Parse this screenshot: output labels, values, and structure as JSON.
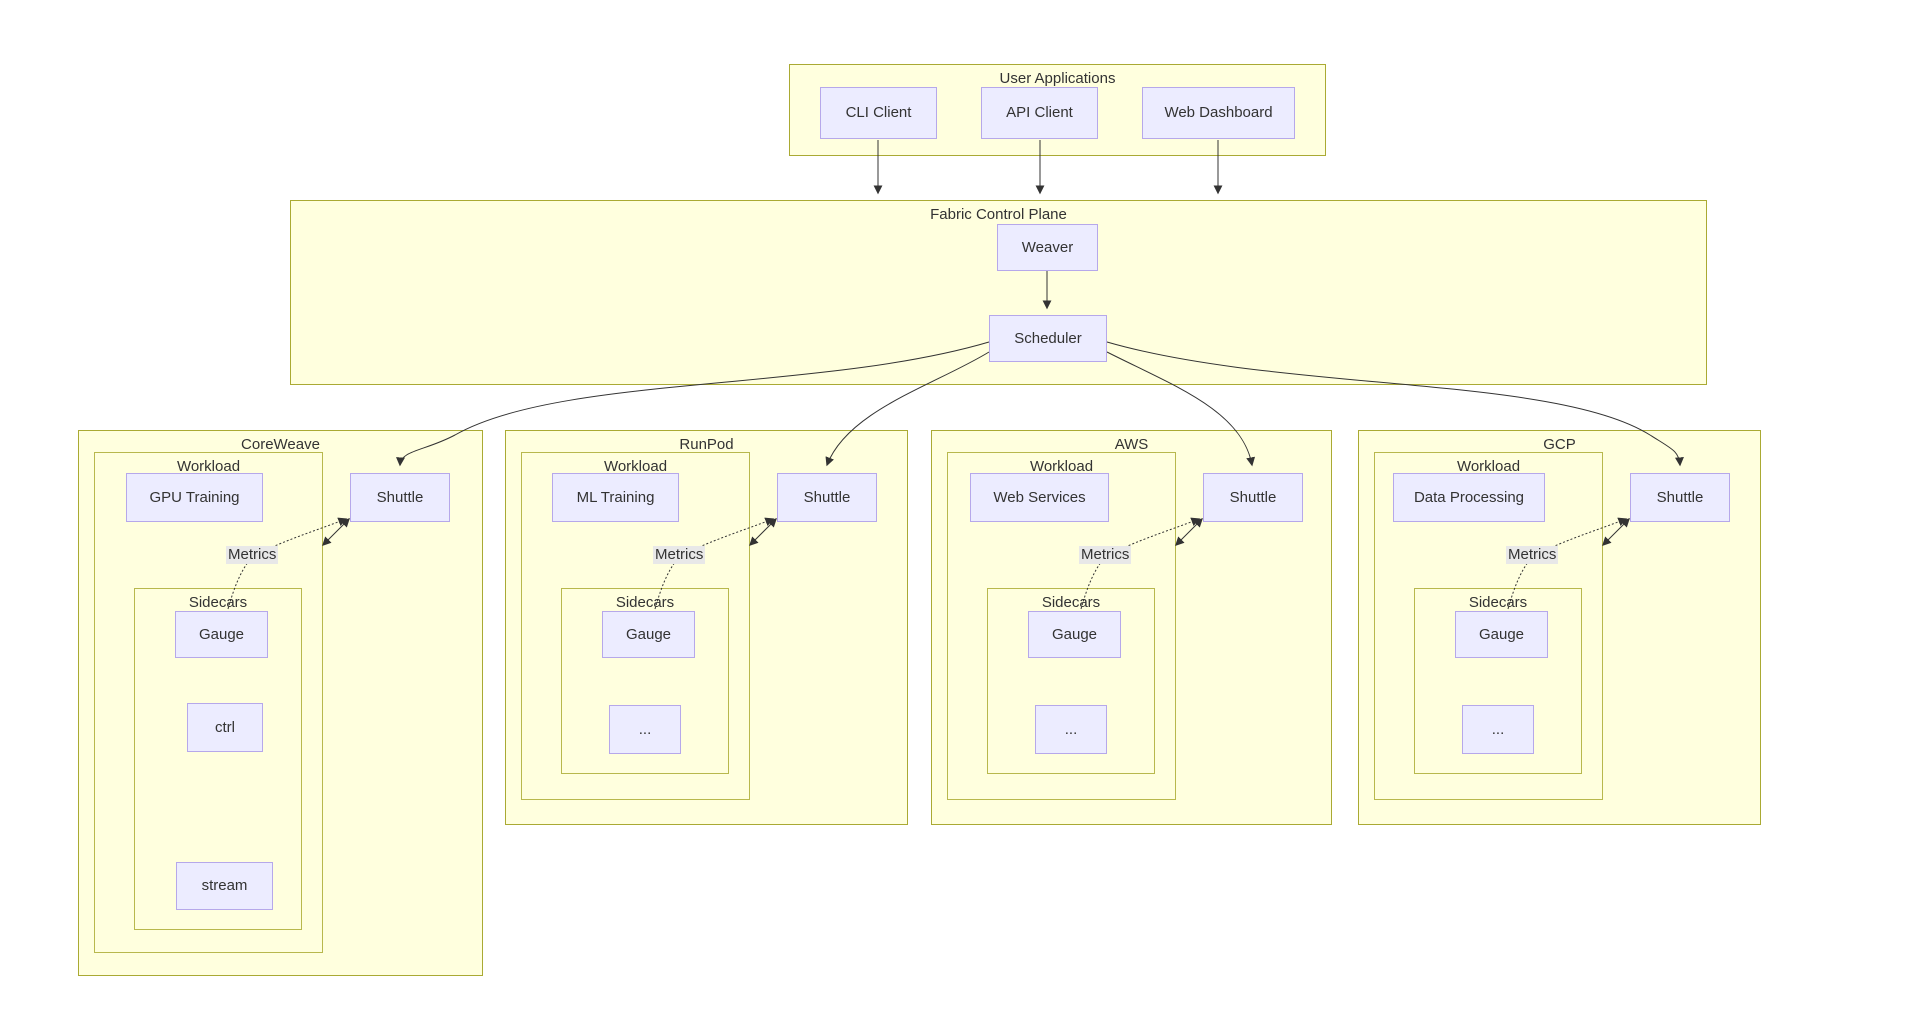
{
  "colors": {
    "cluster_fill": "#ffffde",
    "cluster_border": "#aaaa33",
    "cluster_border_inner": "#b8b84d",
    "node_fill": "#ececff",
    "node_border": "#b6a8ea",
    "edge_color": "#333333",
    "label_bg": "#e8e8e8",
    "text": "#333333"
  },
  "user_applications": {
    "title": "User Applications",
    "nodes": [
      "CLI Client",
      "API Client",
      "Web Dashboard"
    ]
  },
  "control_plane": {
    "title": "Fabric Control Plane",
    "weaver": "Weaver",
    "scheduler": "Scheduler"
  },
  "providers": [
    {
      "title": "CoreWeave",
      "workload_title": "Workload",
      "workload_node": "GPU Training",
      "shuttle": "Shuttle",
      "metrics": "Metrics",
      "sidecars_title": "Sidecars",
      "sidecars": [
        "Gauge",
        "ctrl",
        "stream"
      ]
    },
    {
      "title": "RunPod",
      "workload_title": "Workload",
      "workload_node": "ML Training",
      "shuttle": "Shuttle",
      "metrics": "Metrics",
      "sidecars_title": "Sidecars",
      "sidecars": [
        "Gauge",
        "..."
      ]
    },
    {
      "title": "AWS",
      "workload_title": "Workload",
      "workload_node": "Web Services",
      "shuttle": "Shuttle",
      "metrics": "Metrics",
      "sidecars_title": "Sidecars",
      "sidecars": [
        "Gauge",
        "..."
      ]
    },
    {
      "title": "GCP",
      "workload_title": "Workload",
      "workload_node": "Data Processing",
      "shuttle": "Shuttle",
      "metrics": "Metrics",
      "sidecars_title": "Sidecars",
      "sidecars": [
        "Gauge",
        "..."
      ]
    }
  ]
}
